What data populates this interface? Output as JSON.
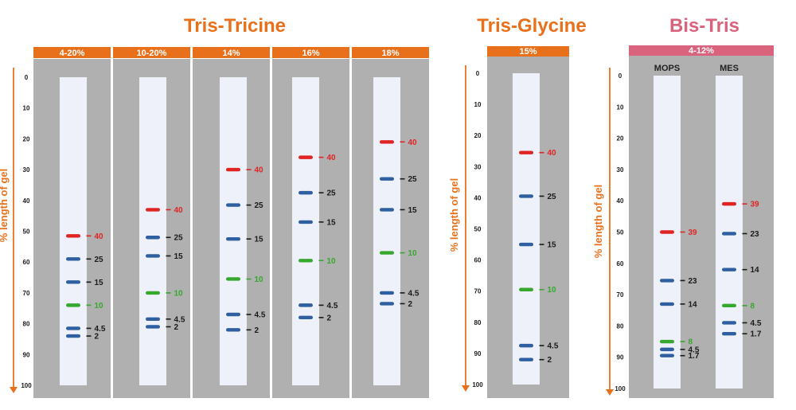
{
  "colors": {
    "orange": "#e8701a",
    "pink": "#d9627c",
    "panel_gray": "#b0b0b0",
    "lane": "#eef1fa",
    "band_red": "#e02424",
    "band_blue": "#2f5fa0",
    "band_green": "#36a82e"
  },
  "groups": [
    {
      "title": "Tris-Tricine",
      "title_color": "#e8701a",
      "axis_label": "% length of gel",
      "ticks": [
        "0",
        "10",
        "20",
        "30",
        "40",
        "50",
        "60",
        "70",
        "80",
        "90",
        "100"
      ],
      "panels": [
        {
          "header": "4-20%",
          "header_color": "#e8701a",
          "lanes": [
            {
              "name": "",
              "bands": [
                {
                  "label": "40",
                  "pos": 51.5,
                  "color": "red"
                },
                {
                  "label": "25",
                  "pos": 59,
                  "color": "blue"
                },
                {
                  "label": "15",
                  "pos": 66.5,
                  "color": "blue"
                },
                {
                  "label": "10",
                  "pos": 74,
                  "color": "green"
                },
                {
                  "label": "4.5",
                  "pos": 81.5,
                  "color": "blue"
                },
                {
                  "label": "2",
                  "pos": 84,
                  "color": "blue"
                }
              ]
            }
          ]
        },
        {
          "header": "10-20%",
          "header_color": "#e8701a",
          "lanes": [
            {
              "name": "",
              "bands": [
                {
                  "label": "40",
                  "pos": 43,
                  "color": "red"
                },
                {
                  "label": "25",
                  "pos": 52,
                  "color": "blue"
                },
                {
                  "label": "15",
                  "pos": 58,
                  "color": "blue"
                },
                {
                  "label": "10",
                  "pos": 70,
                  "color": "green"
                },
                {
                  "label": "4.5",
                  "pos": 78.5,
                  "color": "blue"
                },
                {
                  "label": "2",
                  "pos": 81,
                  "color": "blue"
                }
              ]
            }
          ]
        },
        {
          "header": "14%",
          "header_color": "#e8701a",
          "lanes": [
            {
              "name": "",
              "bands": [
                {
                  "label": "40",
                  "pos": 30,
                  "color": "red"
                },
                {
                  "label": "25",
                  "pos": 41.5,
                  "color": "blue"
                },
                {
                  "label": "15",
                  "pos": 52.5,
                  "color": "blue"
                },
                {
                  "label": "10",
                  "pos": 65.5,
                  "color": "green"
                },
                {
                  "label": "4.5",
                  "pos": 77,
                  "color": "blue"
                },
                {
                  "label": "2",
                  "pos": 82,
                  "color": "blue"
                }
              ]
            }
          ]
        },
        {
          "header": "16%",
          "header_color": "#e8701a",
          "lanes": [
            {
              "name": "",
              "bands": [
                {
                  "label": "40",
                  "pos": 26,
                  "color": "red"
                },
                {
                  "label": "25",
                  "pos": 37.5,
                  "color": "blue"
                },
                {
                  "label": "15",
                  "pos": 47,
                  "color": "blue"
                },
                {
                  "label": "10",
                  "pos": 59.5,
                  "color": "green"
                },
                {
                  "label": "4.5",
                  "pos": 74,
                  "color": "blue"
                },
                {
                  "label": "2",
                  "pos": 78,
                  "color": "blue"
                }
              ]
            }
          ]
        },
        {
          "header": "18%",
          "header_color": "#e8701a",
          "lanes": [
            {
              "name": "",
              "bands": [
                {
                  "label": "40",
                  "pos": 21,
                  "color": "red"
                },
                {
                  "label": "25",
                  "pos": 33,
                  "color": "blue"
                },
                {
                  "label": "15",
                  "pos": 43,
                  "color": "blue"
                },
                {
                  "label": "10",
                  "pos": 57,
                  "color": "green"
                },
                {
                  "label": "4.5",
                  "pos": 70,
                  "color": "blue"
                },
                {
                  "label": "2",
                  "pos": 73.5,
                  "color": "blue"
                }
              ]
            }
          ]
        }
      ]
    },
    {
      "title": "Tris-Glycine",
      "title_color": "#e8701a",
      "axis_label": "% length of gel",
      "ticks": [
        "0",
        "10",
        "20",
        "30",
        "40",
        "50",
        "60",
        "70",
        "80",
        "90",
        "100"
      ],
      "panels": [
        {
          "header": "15%",
          "header_color": "#e8701a",
          "lanes": [
            {
              "name": "",
              "bands": [
                {
                  "label": "40",
                  "pos": 25.5,
                  "color": "red"
                },
                {
                  "label": "25",
                  "pos": 39.5,
                  "color": "blue"
                },
                {
                  "label": "15",
                  "pos": 55,
                  "color": "blue"
                },
                {
                  "label": "10",
                  "pos": 69.5,
                  "color": "green"
                },
                {
                  "label": "4.5",
                  "pos": 87.5,
                  "color": "blue"
                },
                {
                  "label": "2",
                  "pos": 92,
                  "color": "blue"
                }
              ]
            }
          ]
        }
      ]
    },
    {
      "title": "Bis-Tris",
      "title_color": "#d9627c",
      "axis_label": "% length of gel",
      "ticks": [
        "0",
        "10",
        "20",
        "30",
        "40",
        "50",
        "60",
        "70",
        "80",
        "90",
        "100"
      ],
      "panels": [
        {
          "header": "4-12%",
          "header_color": "#d9627c",
          "lanes": [
            {
              "name": "MOPS",
              "bands": [
                {
                  "label": "39",
                  "pos": 50,
                  "color": "red"
                },
                {
                  "label": "23",
                  "pos": 65.5,
                  "color": "blue"
                },
                {
                  "label": "14",
                  "pos": 73,
                  "color": "blue"
                },
                {
                  "label": "8",
                  "pos": 85,
                  "color": "green"
                },
                {
                  "label": "4.5",
                  "pos": 87.5,
                  "color": "blue"
                },
                {
                  "label": "1.7",
                  "pos": 89.5,
                  "color": "blue"
                }
              ]
            },
            {
              "name": "MES",
              "bands": [
                {
                  "label": "39",
                  "pos": 41,
                  "color": "red"
                },
                {
                  "label": "23",
                  "pos": 50.5,
                  "color": "blue"
                },
                {
                  "label": "14",
                  "pos": 62,
                  "color": "blue"
                },
                {
                  "label": "8",
                  "pos": 73.5,
                  "color": "green"
                },
                {
                  "label": "4.5",
                  "pos": 79,
                  "color": "blue"
                },
                {
                  "label": "1.7",
                  "pos": 82.5,
                  "color": "blue"
                }
              ]
            }
          ]
        }
      ]
    }
  ]
}
